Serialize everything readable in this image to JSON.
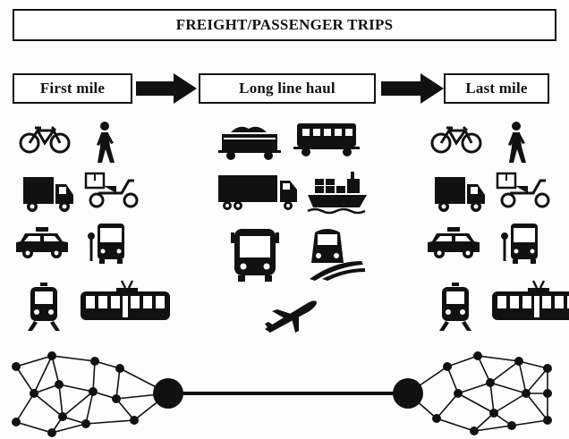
{
  "title": "FREIGHT/PASSENGER TRIPS",
  "stages": {
    "first": "First mile",
    "long": "Long line haul",
    "last": "Last mile"
  },
  "icons": {
    "first_mile": [
      "bicycle-icon",
      "pedestrian-icon",
      "delivery-truck-icon",
      "cargo-scooter-icon",
      "taxi-icon",
      "bus-stop-icon",
      "metro-train-icon",
      "tram-icon"
    ],
    "long_haul": [
      "freight-wagon-icon",
      "passenger-railcar-icon",
      "semi-truck-icon",
      "container-ship-icon",
      "coach-bus-icon",
      "high-speed-train-icon",
      "airplane-icon"
    ],
    "last_mile": [
      "bicycle-icon",
      "pedestrian-icon",
      "delivery-truck-icon",
      "cargo-scooter-icon",
      "taxi-icon",
      "bus-stop-icon",
      "metro-train-icon",
      "tram-icon"
    ]
  },
  "colors": {
    "ink": "#111111",
    "background": "#ffffff"
  }
}
